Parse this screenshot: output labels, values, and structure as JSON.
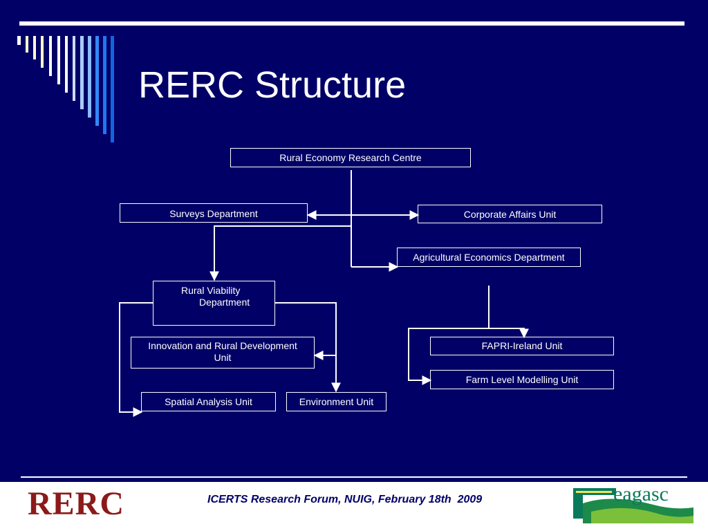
{
  "slide": {
    "title": "RERC Structure",
    "footer_text": "ICERTS Research Forum, NUIG, February 18th  2009"
  },
  "diagram": {
    "nodes": {
      "rerc": "Rural Economy Research Centre",
      "surveys": "Surveys Department",
      "corporate": "Corporate Affairs Unit",
      "agri_econ": "Agricultural Economics Department",
      "rural_viability_line1": "Rural Viability",
      "rural_viability_line2": "Department",
      "innovation_line1": "Innovation and Rural Development",
      "innovation_line2": "Unit",
      "spatial": "Spatial Analysis Unit",
      "environment": "Environment Unit",
      "fapri": "FAPRI-Ireland Unit",
      "farm_level": "Farm Level Modelling Unit"
    }
  },
  "logos": {
    "rerc_text": "RERC",
    "teagasc_text": "eagasc"
  },
  "colors": {
    "background": "#000066",
    "foreground": "#ffffff",
    "rerc_logo": "#8b1a1a",
    "teagasc_logo": "#0a7a5a"
  }
}
